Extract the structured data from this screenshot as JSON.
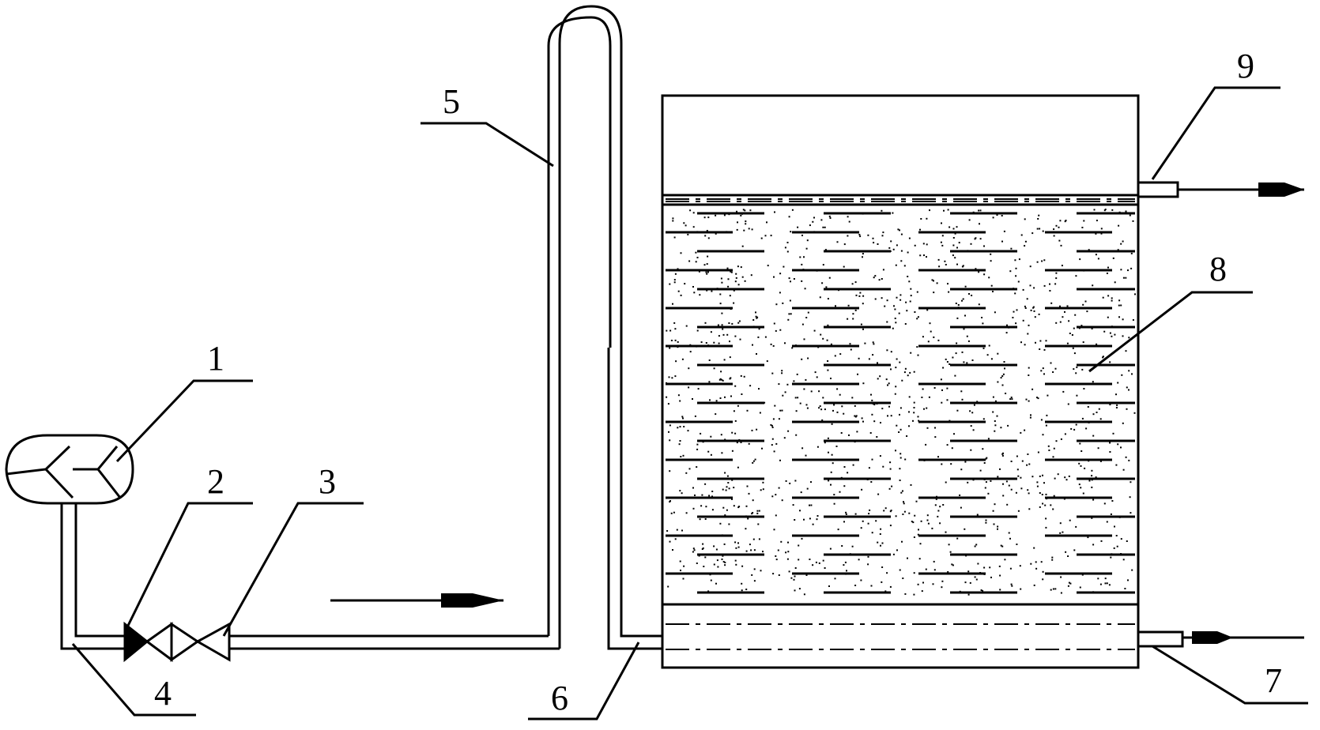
{
  "diagram": {
    "colors": {
      "stroke": "#000000",
      "background": "#ffffff"
    },
    "labels": [
      {
        "id": "label-1",
        "text": "1"
      },
      {
        "id": "label-2",
        "text": "2"
      },
      {
        "id": "label-3",
        "text": "3"
      },
      {
        "id": "label-4",
        "text": "4"
      },
      {
        "id": "label-5",
        "text": "5"
      },
      {
        "id": "label-6",
        "text": "6"
      },
      {
        "id": "label-7",
        "text": "7"
      },
      {
        "id": "label-8",
        "text": "8"
      },
      {
        "id": "label-9",
        "text": "9"
      }
    ],
    "flow_arrows": [
      "arrow-right-icon",
      "arrow-right-icon",
      "arrow-right-icon"
    ]
  }
}
